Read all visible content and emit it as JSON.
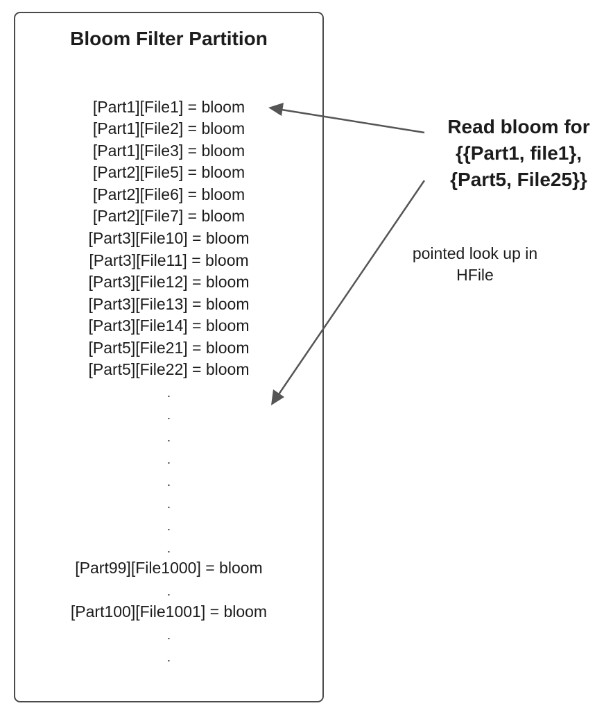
{
  "partition": {
    "title": "Bloom Filter Partition",
    "entries": [
      "[Part1][File1] = bloom",
      "[Part1][File2] = bloom",
      "[Part1][File3] = bloom",
      "[Part2][File5] = bloom",
      "[Part2][File6] = bloom",
      "[Part2][File7] = bloom",
      "[Part3][File10] = bloom",
      "[Part3][File11] = bloom",
      "[Part3][File12] = bloom",
      "[Part3][File13] = bloom",
      "[Part3][File14] = bloom",
      "[Part5][File21] = bloom",
      "[Part5][File22] = bloom"
    ],
    "ellipsis_dot": ".",
    "tail_entries": [
      "[Part99][File1000] = bloom",
      "[Part100][File1001] = bloom"
    ]
  },
  "callout": {
    "title_lines": [
      "Read bloom for",
      "{{Part1, file1},",
      "{Part5, File25}}"
    ],
    "note_lines": [
      "pointed look up in",
      "HFile"
    ]
  },
  "colors": {
    "border": "#4a4a4a",
    "arrow": "#555555",
    "text": "#1c1c1c"
  }
}
